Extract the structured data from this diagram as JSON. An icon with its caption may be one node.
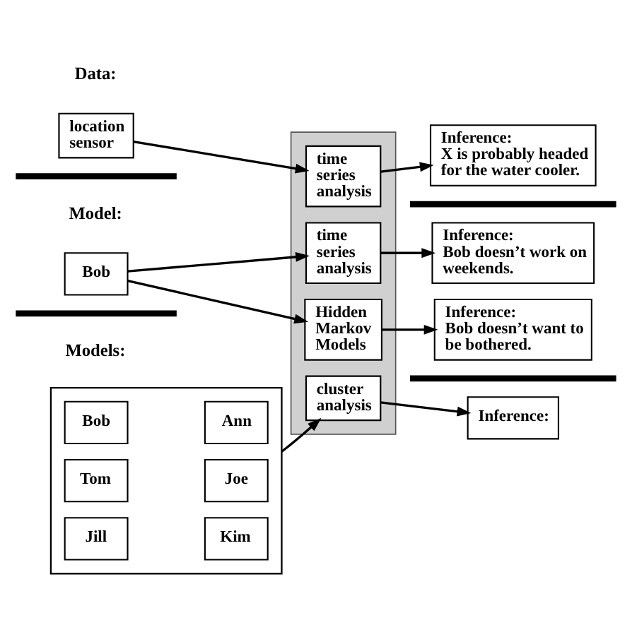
{
  "diagram": {
    "nodes": [
      {
        "text": [
          "location sensor"
        ]
      },
      {
        "text": [],
        "shape": "band"
      },
      {
        "text": [
          "time series analysis"
        ],
        "in": 1
      },
      {
        "text": [
          "Inference:",
          "X is probably headed for the water cooler."
        ]
      },
      {
        "text": [
          "Bob"
        ]
      },
      {
        "text": [
          "time series analysis"
        ],
        "in": 1
      },
      {
        "text": [
          "Inference:",
          "Bob doesn’t work on weekends."
        ]
      },
      {
        "text": [
          "Hidden Markov Models"
        ],
        "in": 1
      },
      {
        "text": [
          "Inference:",
          "Bob doesn’t want to be bothered."
        ]
      },
      {
        "text": [],
        "shape": "box"
      },
      {
        "text": [
          "Bob"
        ],
        "in": 9
      },
      {
        "text": [
          "Ann"
        ],
        "in": 9
      },
      {
        "text": [
          "Tom"
        ],
        "in": 9
      },
      {
        "text": [
          "Joe"
        ],
        "in": 9
      },
      {
        "text": [
          "Jill"
        ],
        "in": 9
      },
      {
        "text": [
          "Kim"
        ],
        "in": 9
      },
      {
        "text": [
          "cluster analysis"
        ],
        "in": 1
      },
      {
        "text": [
          "Inference:"
        ]
      }
    ],
    "edges": [
      {
        "from": 0,
        "to": 2,
        "arrow": "to"
      },
      {
        "from": 2,
        "to": 3,
        "arrow": "to"
      },
      {
        "from": 4,
        "to": 5,
        "arrow": "to"
      },
      {
        "from": 4,
        "to": 7,
        "arrow": "to"
      },
      {
        "from": 5,
        "to": 6,
        "arrow": "to"
      },
      {
        "from": 7,
        "to": 8,
        "arrow": "to"
      },
      {
        "from": 9,
        "to": 16,
        "arrow": "to"
      },
      {
        "from": 16,
        "to": 17,
        "arrow": "to"
      }
    ],
    "labels": [
      "Data:",
      "Model:",
      "Models:"
    ]
  }
}
